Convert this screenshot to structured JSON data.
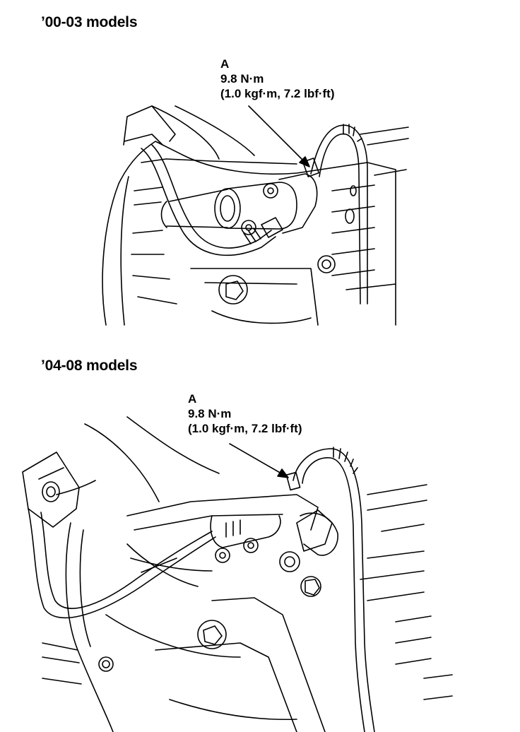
{
  "figures": [
    {
      "heading": "’00-03 models",
      "callout": {
        "label": "A",
        "torque": "9.8 N·m",
        "torque_alt": "(1.0 kgf·m, 7.2 lbf·ft)"
      }
    },
    {
      "heading": "’04-08 models",
      "callout": {
        "label": "A",
        "torque": "9.8 N·m",
        "torque_alt": "(1.0 kgf·m, 7.2 lbf·ft)"
      }
    }
  ]
}
